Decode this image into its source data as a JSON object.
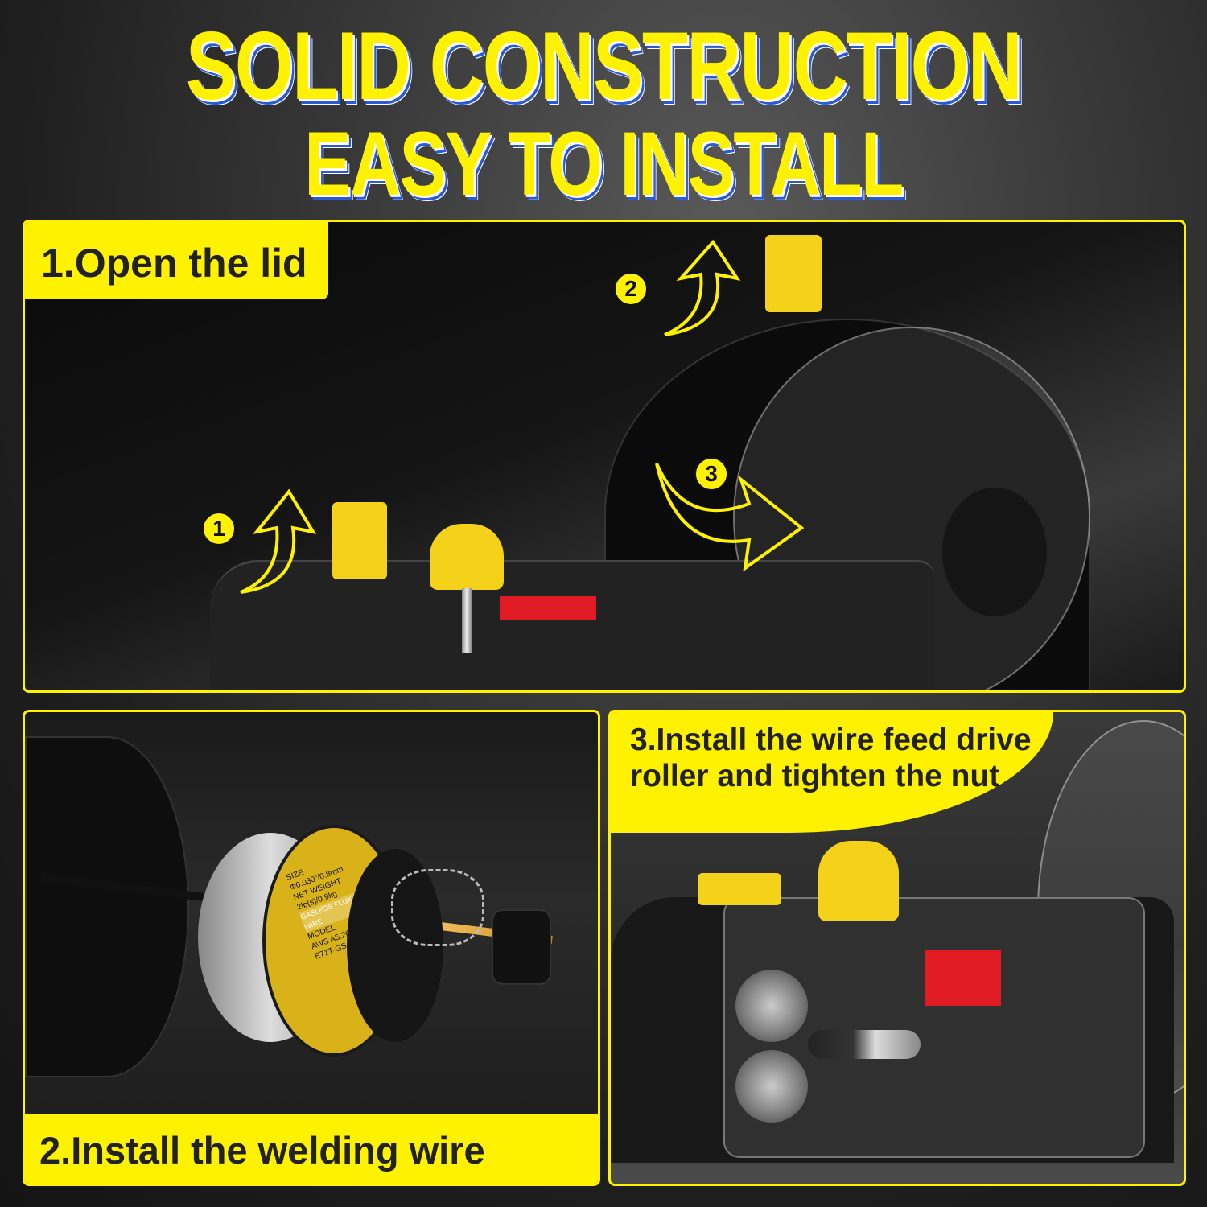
{
  "headline": {
    "line1": "SOLID CONSTRUCTION",
    "line2": "EASY TO INSTALL"
  },
  "colors": {
    "accent_yellow": "#fff200",
    "headline_shadow_blue": "#2a5bd6",
    "background_dark": "#1e1e1e",
    "label_text": "#222222"
  },
  "panels": [
    {
      "id": "open-lid",
      "title": "1.Open the lid",
      "steps": [
        {
          "number": "1",
          "icon": "curved-arrow-up-icon"
        },
        {
          "number": "2",
          "icon": "curved-arrow-up-icon"
        },
        {
          "number": "3",
          "icon": "curved-arrow-right-icon"
        }
      ]
    },
    {
      "id": "install-wire",
      "title": "2.Install the welding wire",
      "spool_label": {
        "size_label": "SIZE",
        "size": "Φ0.030\"/0.8mm",
        "weight_label": "NET WEIGHT",
        "weight": "2lb(s)/0.9kg",
        "band": "GASLESS FLUX CORE WIRE",
        "model_label": "MODEL",
        "model_line1": "AWS A5.20",
        "model_line2": "E71T-GS"
      }
    },
    {
      "id": "install-roller",
      "title": "3.Install the wire feed drive roller and tighten the nut"
    }
  ]
}
